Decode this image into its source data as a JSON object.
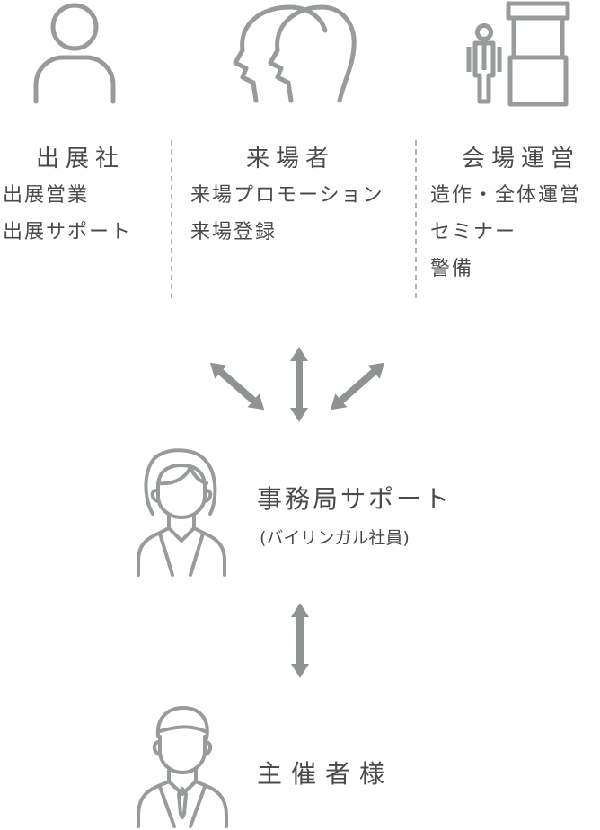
{
  "columns": [
    {
      "heading": "出展社",
      "items": [
        "出展営業",
        "出展サポート"
      ]
    },
    {
      "heading": "来場者",
      "items": [
        "来場プロモーション",
        "来場登録"
      ]
    },
    {
      "heading": "会場運営",
      "items": [
        "造作・全体運営",
        "セミナー",
        "警備"
      ]
    }
  ],
  "secretariat": {
    "title": "事務局サポート",
    "subtitle": "(バイリンガル社員)"
  },
  "organizer": {
    "title": "主催者様"
  },
  "colors": {
    "icon": "#979b9c",
    "arrow": "#8f9394",
    "text": "#4a4a4a",
    "divider": "#b5b5b5"
  }
}
